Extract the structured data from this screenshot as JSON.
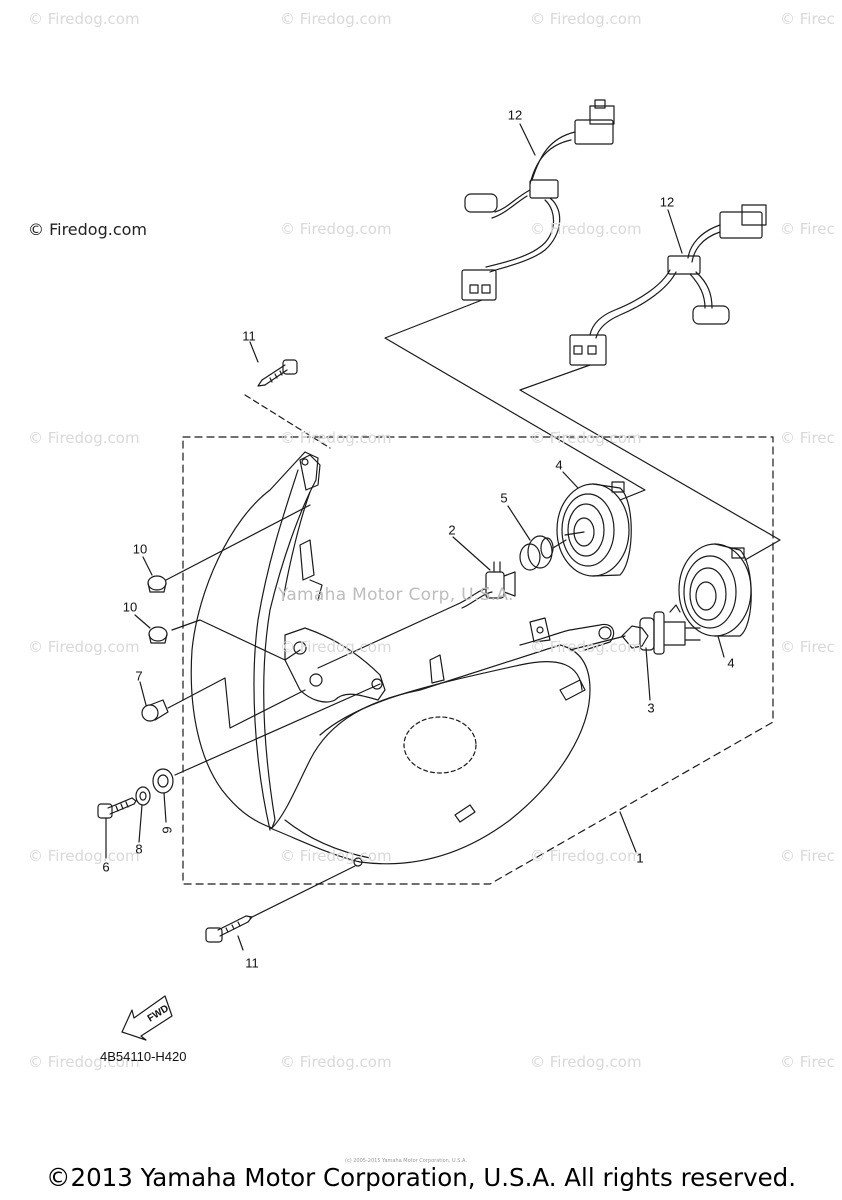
{
  "watermark_text": "© Firedog.com",
  "watermark_partial": "© Firec",
  "center_watermark": "Yamaha Motor Corp, U.S.A.",
  "callouts": [
    "1",
    "2",
    "3",
    "4",
    "4",
    "5",
    "6",
    "7",
    "8",
    "9",
    "10",
    "10",
    "11",
    "11",
    "12",
    "12"
  ],
  "diagram_code": "4B54110-H420",
  "fwd_label": "FWD",
  "tiny_note": "(c) 2005-2015 Yamaha Motor Corporation, U.S.A.",
  "copyright": "©2013 Yamaha Motor Corporation, U.S.A. All rights reserved.",
  "colors": {
    "line": "#1a1a1a",
    "watermark": "#d9d9d9",
    "background": "#ffffff"
  }
}
